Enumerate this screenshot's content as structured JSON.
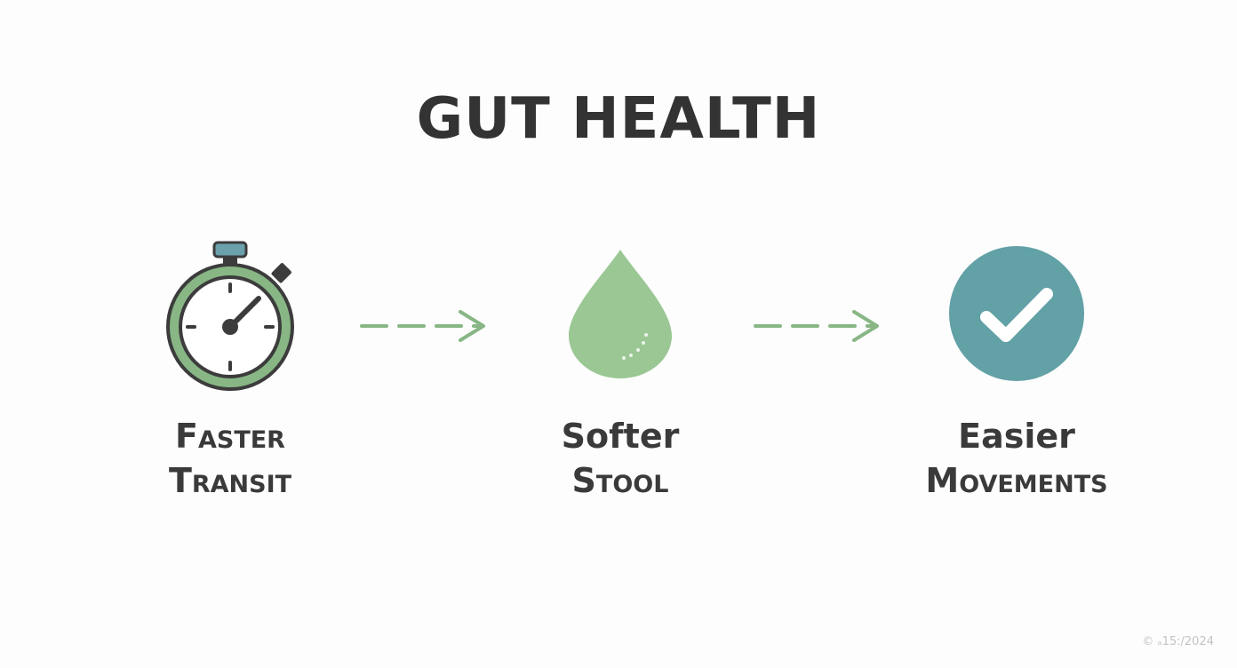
{
  "title": "GUT HEALTH",
  "colors": {
    "green": "#88b785",
    "green_light": "#9ac794",
    "teal": "#62a1a6",
    "dark": "#3c3c3c",
    "button": "#6aa1ac",
    "face": "#ffffff"
  },
  "steps": [
    {
      "icon": "stopwatch-icon",
      "line1": "Faster",
      "line2": "Transit"
    },
    {
      "icon": "water-drop-icon",
      "line1": "Softer",
      "line2": "Stool"
    },
    {
      "icon": "checkmark-circle-icon",
      "line1": "Easier",
      "line2": "Movements"
    }
  ],
  "arrows": [
    {
      "icon": "dashed-arrow-right-icon"
    },
    {
      "icon": "dashed-arrow-right-icon"
    }
  ],
  "watermark": "© ₐ15:/2024"
}
